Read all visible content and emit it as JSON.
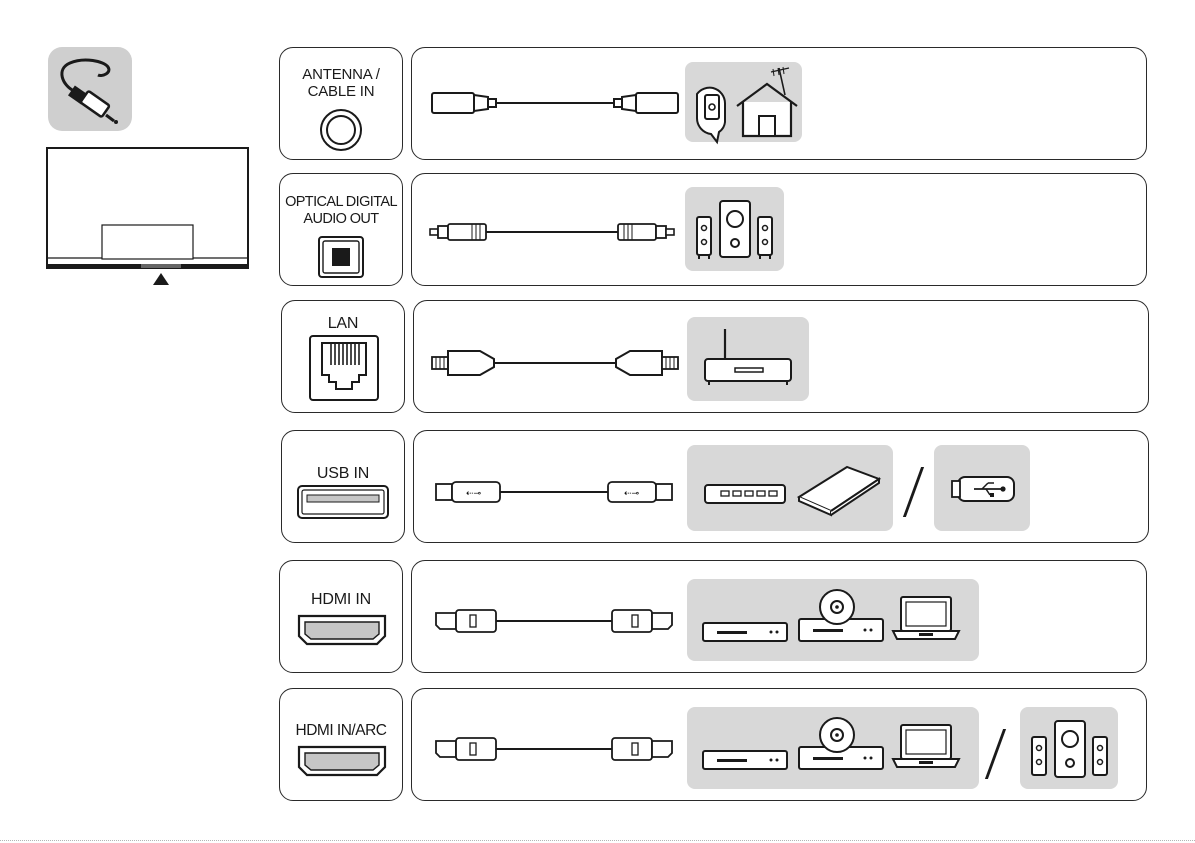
{
  "ports": [
    {
      "id": "antenna",
      "label": "ANTENNA /\nCABLE IN",
      "cable": "coaxial",
      "devices": [
        "wall-antenna-outlet",
        "house-antenna"
      ]
    },
    {
      "id": "optical",
      "label": "OPTICAL DIGITAL\nAUDIO OUT",
      "cable": "optical",
      "devices": [
        "speaker-system"
      ]
    },
    {
      "id": "lan",
      "label": "LAN",
      "cable": "ethernet",
      "devices": [
        "router"
      ]
    },
    {
      "id": "usb",
      "label": "USB IN",
      "cable": "usb",
      "devices": [
        "usb-hub",
        "external-hdd",
        "usb-flash-drive"
      ]
    },
    {
      "id": "hdmi",
      "label": "HDMI IN",
      "cable": "hdmi",
      "devices": [
        "set-top-box",
        "dvd-player",
        "laptop"
      ]
    },
    {
      "id": "hdmi-arc",
      "label": "HDMI IN/ARC",
      "cable": "hdmi",
      "devices": [
        "set-top-box",
        "dvd-player",
        "laptop",
        "speaker-system"
      ]
    }
  ],
  "colors": {
    "stroke": "#2a2a2a",
    "panel": "#d8d8d8",
    "icon_bg": "#cfcfcf"
  }
}
